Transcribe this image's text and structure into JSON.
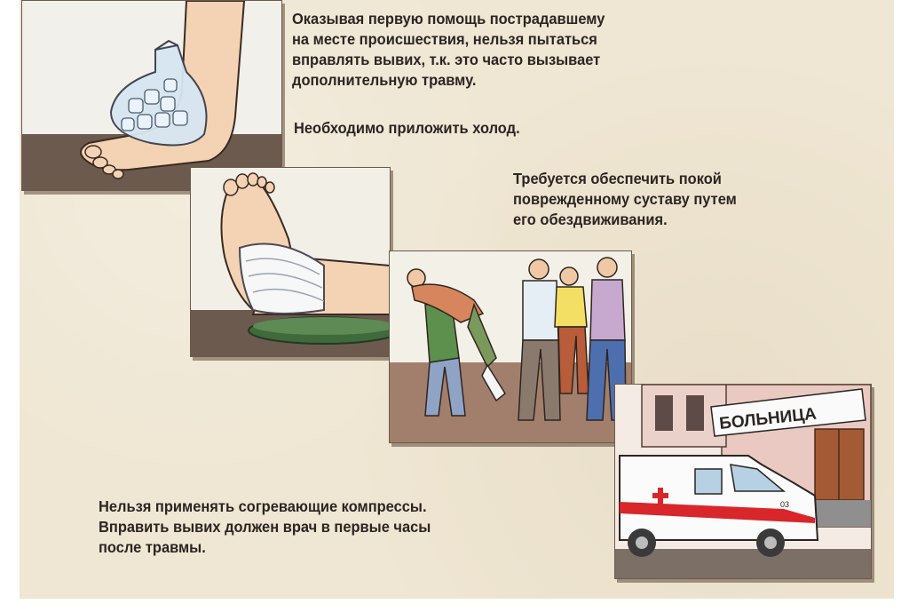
{
  "text_top": {
    "line1": "Оказывая первую помощь пострадавшему",
    "line2": "на месте происшествия, нельзя пытаться",
    "line3": "вправлять вывих, т.к. это часто вызывает",
    "line4": "дополнительную травму.",
    "cold": "Необходимо приложить холод."
  },
  "text_middle": {
    "line1": "Требуется обеспечить покой",
    "line2": "поврежденному суставу путем",
    "line3": "его обездвиживания."
  },
  "text_bottom": {
    "line1": "Нельзя применять согревающие компрессы.",
    "line2": "Вправить вывих должен врач в первые часы",
    "line3": "после травмы."
  },
  "hospital_sign": "БОЛЬНИЦА",
  "ambulance_number": "03",
  "colors": {
    "background": "#efe6d3",
    "text": "#2b2522",
    "panel_border": "#6b5a49",
    "cross_red": "#d8262a"
  }
}
